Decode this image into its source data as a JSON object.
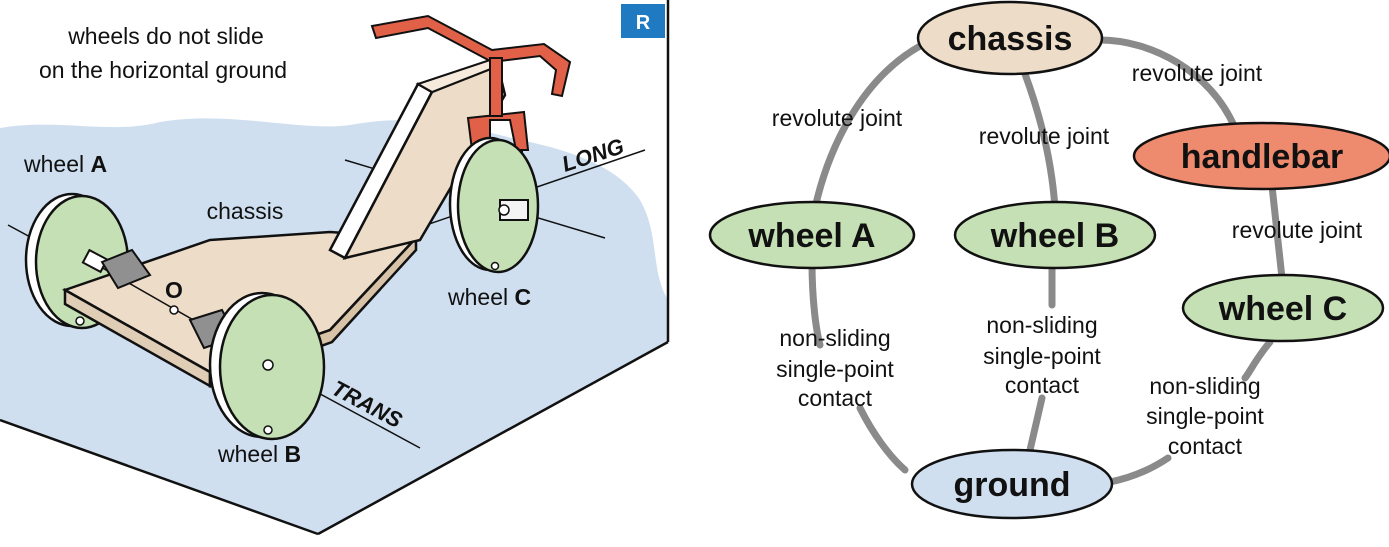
{
  "illustration": {
    "badge": "R",
    "note_line1": "wheels do not slide",
    "note_line2": "on the horizontal ground",
    "chassis_label": "chassis",
    "origin_label": "O",
    "long_label": "LONG",
    "trans_label": "TRANS",
    "wheel_word": "wheel",
    "wheel_a_letter": "A",
    "wheel_b_letter": "B",
    "wheel_c_letter": "C"
  },
  "graph": {
    "nodes": {
      "chassis": "chassis",
      "handlebar": "handlebar",
      "wheel_a": "wheel A",
      "wheel_b": "wheel B",
      "wheel_c": "wheel C",
      "ground": "ground"
    },
    "edges": {
      "chassis_handlebar": "revolute joint",
      "chassis_wheel_a": "revolute joint",
      "chassis_wheel_b": "revolute joint",
      "handlebar_wheel_c": "revolute joint",
      "contact_line1": "non-sliding",
      "contact_line2": "single-point",
      "contact_line3": "contact"
    }
  },
  "colors": {
    "chassis": "#eddcc8",
    "handlebar": "#ee8a6e",
    "wheel": "#c5e0b4",
    "ground": "#cfdff0",
    "edge": "#8a8a8a",
    "badge": "#1f7ac2",
    "handlebar_part": "#e06048"
  }
}
